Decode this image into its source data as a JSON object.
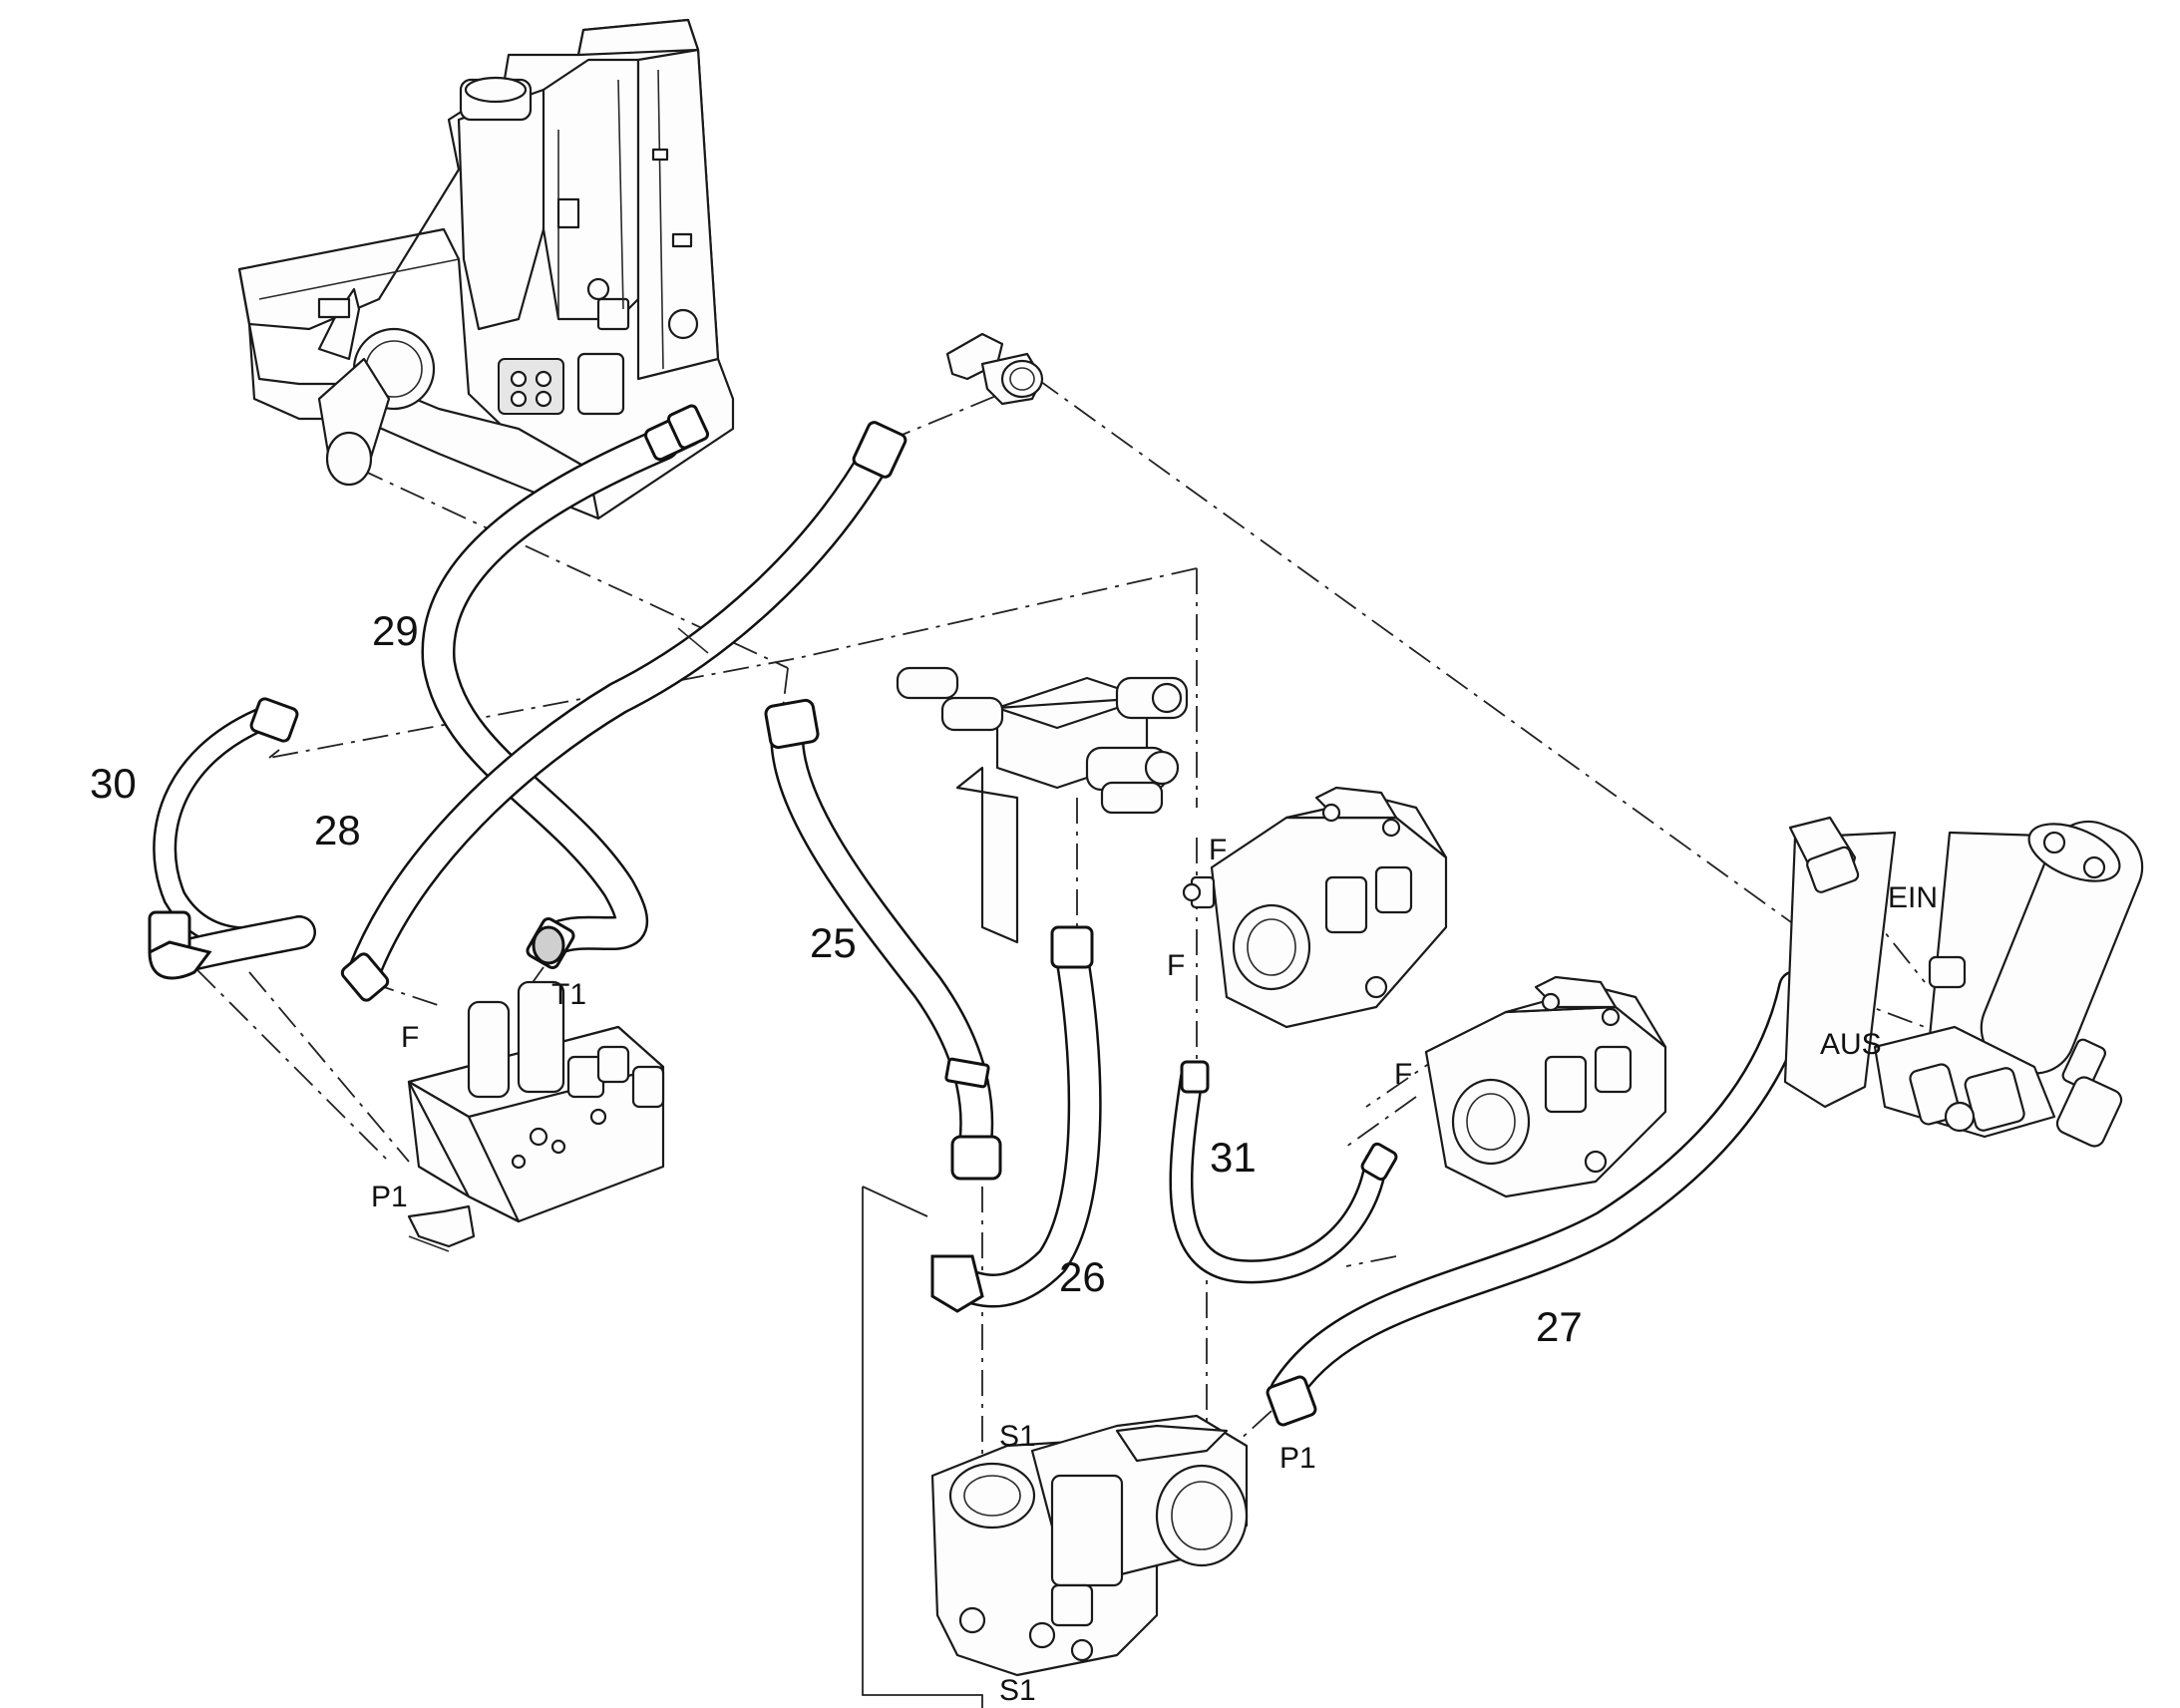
{
  "parts": {
    "p25": "25",
    "p26": "26",
    "p27": "27",
    "p28": "28",
    "p29": "29",
    "p30": "30",
    "p31": "31"
  },
  "ports": {
    "f_valve": "F",
    "p1_valve": "P1",
    "t1": "T1",
    "f_pump_upper_top": "F",
    "f_pump_upper_side": "F",
    "f_pump_lower": "F",
    "ein": "EIN",
    "aus": "AUS",
    "s1_top": "S1",
    "s1_bottom": "S1",
    "p1_pump": "P1"
  }
}
